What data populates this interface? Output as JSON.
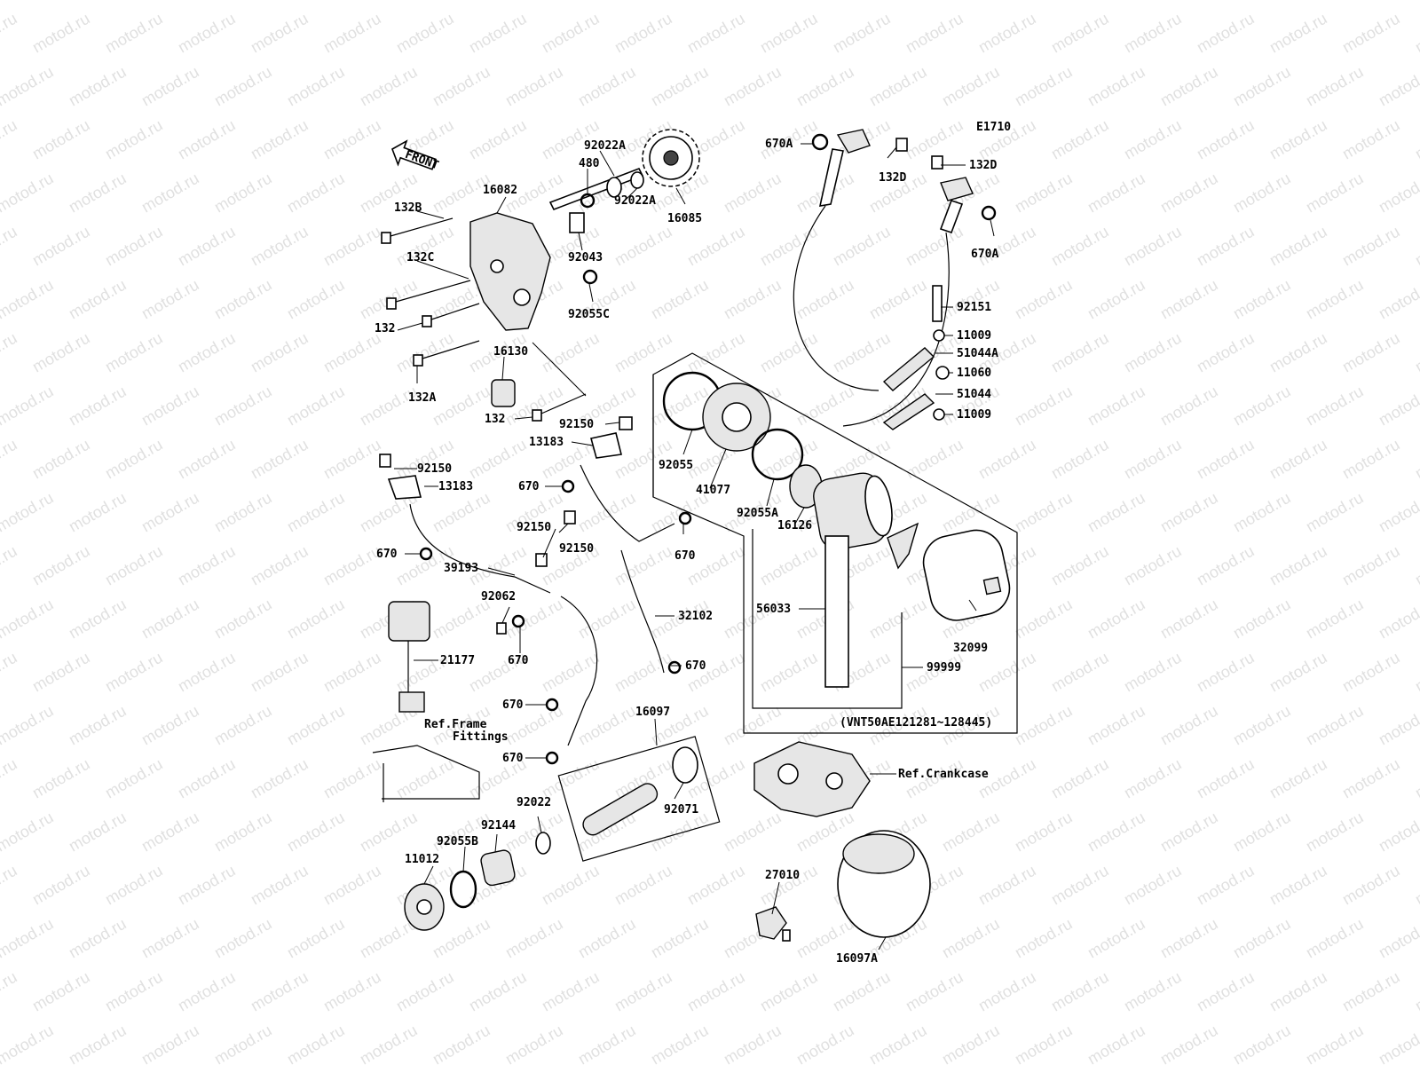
{
  "diagram": {
    "code": "E1710",
    "watermark": "motod.ru",
    "direction_label": "FRONT",
    "serial_note": "(VNT50AE121281~128445)",
    "references": {
      "frame": [
        "Ref.Frame",
        "Fittings"
      ],
      "crankcase": "Ref.Crankcase"
    },
    "parts": {
      "p92022a_1": "92022A",
      "p480": "480",
      "p16082": "16082",
      "p92022a_2": "92022A",
      "p16085": "16085",
      "p132b": "132B",
      "p92043": "92043",
      "p132c": "132C",
      "p92055c": "92055C",
      "p132_1": "132",
      "p16130": "16130",
      "p132a": "132A",
      "p132_2": "132",
      "p92150_1": "92150",
      "p13183_1": "13183",
      "p92150_2": "92150",
      "p13183_2": "13183",
      "p670_1": "670",
      "p92150_3": "92150",
      "p92150_4": "92150",
      "p670_2": "670",
      "p39193": "39193",
      "p670_3": "670",
      "p92062": "92062",
      "p670_4": "670",
      "p32102": "32102",
      "p21177": "21177",
      "p670_5": "670",
      "p670_6": "670",
      "p670_7": "670",
      "p16097": "16097",
      "p92071": "92071",
      "p92022": "92022",
      "p92144": "92144",
      "p92055b": "92055B",
      "p11012": "11012",
      "p27010": "27010",
      "p16097a": "16097A",
      "p670a_1": "670A",
      "p132d_1": "132D",
      "p132d_2": "132D",
      "p670a_2": "670A",
      "p92151": "92151",
      "p11009_1": "11009",
      "p51044a": "51044A",
      "p11060": "11060",
      "p51044": "51044",
      "p11009_2": "11009",
      "p92055": "92055",
      "p41077": "41077",
      "p92055a": "92055A",
      "p16126": "16126",
      "p56033": "56033",
      "p32099": "32099",
      "p99999": "99999"
    }
  }
}
